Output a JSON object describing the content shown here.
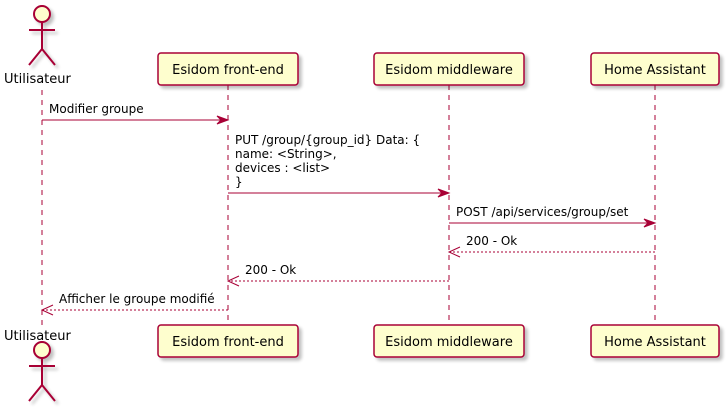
{
  "diagram": {
    "participants": [
      {
        "name": "Utilisateur",
        "type": "actor"
      },
      {
        "name": "Esidom front-end",
        "type": "participant"
      },
      {
        "name": "Esidom middleware",
        "type": "participant"
      },
      {
        "name": "Home Assistant",
        "type": "participant"
      }
    ],
    "messages": [
      {
        "from": 0,
        "to": 1,
        "style": "solid",
        "lines": [
          "Modifier groupe"
        ]
      },
      {
        "from": 1,
        "to": 2,
        "style": "solid",
        "lines": [
          "PUT /group/{group_id} Data: {",
          "  name: <String>,",
          "  devices : <list>",
          "}"
        ]
      },
      {
        "from": 2,
        "to": 3,
        "style": "solid",
        "lines": [
          "POST /api/services/group/set"
        ]
      },
      {
        "from": 3,
        "to": 2,
        "style": "dashed",
        "lines": [
          "200 - Ok"
        ]
      },
      {
        "from": 2,
        "to": 1,
        "style": "dashed",
        "lines": [
          "200 - Ok"
        ]
      },
      {
        "from": 1,
        "to": 0,
        "style": "dashed",
        "lines": [
          "Afficher le groupe modifié"
        ]
      }
    ],
    "colors": {
      "participant_fill": "#FEFECE",
      "participant_border": "#A80036",
      "arrow": "#A80036",
      "lifeline": "#A80036",
      "text": "#000000"
    }
  }
}
